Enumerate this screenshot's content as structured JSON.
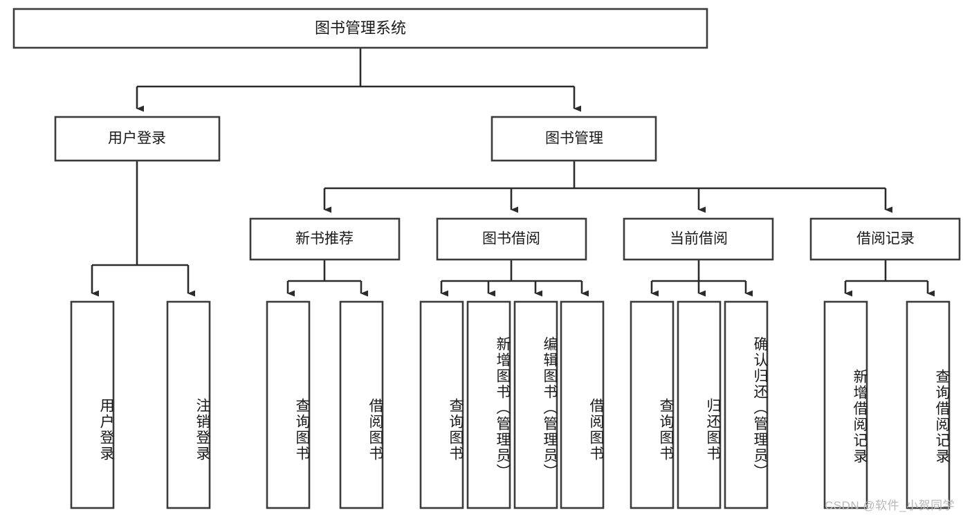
{
  "diagram": {
    "type": "tree-hierarchy",
    "title": "图书管理系统",
    "root": {
      "id": "root",
      "label": "图书管理系统"
    },
    "level2": [
      {
        "id": "user-login",
        "label": "用户登录"
      },
      {
        "id": "book-manage",
        "label": "图书管理"
      }
    ],
    "level3": [
      {
        "id": "new-book-recommend",
        "label": "新书推荐",
        "parent": "book-manage"
      },
      {
        "id": "book-borrow",
        "label": "图书借阅",
        "parent": "book-manage"
      },
      {
        "id": "current-borrow",
        "label": "当前借阅",
        "parent": "book-manage"
      },
      {
        "id": "borrow-record",
        "label": "借阅记录",
        "parent": "book-manage"
      }
    ],
    "leaves": [
      {
        "id": "leaf-user-login",
        "label": "用户登录",
        "parent": "user-login"
      },
      {
        "id": "leaf-user-logout",
        "label": "注销登录",
        "parent": "user-login"
      },
      {
        "id": "leaf-query-book-1",
        "label": "查询图书",
        "parent": "new-book-recommend"
      },
      {
        "id": "leaf-borrow-book-1",
        "label": "借阅图书",
        "parent": "new-book-recommend"
      },
      {
        "id": "leaf-query-book-2",
        "label": "查询图书",
        "parent": "book-borrow"
      },
      {
        "id": "leaf-add-book",
        "label": "新增图书（管理员）",
        "parent": "book-borrow"
      },
      {
        "id": "leaf-edit-book",
        "label": "编辑图书（管理员）",
        "parent": "book-borrow"
      },
      {
        "id": "leaf-borrow-book-2",
        "label": "借阅图书",
        "parent": "book-borrow"
      },
      {
        "id": "leaf-query-book-3",
        "label": "查询图书",
        "parent": "current-borrow"
      },
      {
        "id": "leaf-return-book",
        "label": "归还图书",
        "parent": "current-borrow"
      },
      {
        "id": "leaf-confirm-return",
        "label": "确认归还（管理员）",
        "parent": "current-borrow"
      },
      {
        "id": "leaf-add-record",
        "label": "新增借阅记录",
        "parent": "borrow-record"
      },
      {
        "id": "leaf-query-record",
        "label": "查询借阅记录",
        "parent": "borrow-record"
      }
    ],
    "colors": {
      "box_stroke": "#3b3b3b",
      "connector": "#2b2b2b",
      "box_fill": "#ffffff",
      "text": "#1a1a1a",
      "watermark": "#b8b8b8",
      "background": "#ffffff"
    }
  },
  "watermark": {
    "text": "CSDN @软件_小贺同学"
  }
}
